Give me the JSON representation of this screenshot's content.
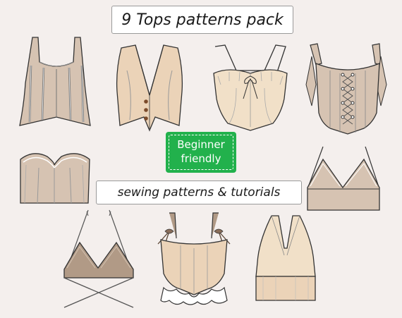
{
  "title": "9 Tops patterns pack",
  "badge": {
    "line1": "Beginner",
    "line2": "friendly",
    "color": "#22b14c"
  },
  "subtitle": "sewing patterns & tutorials",
  "colors": {
    "background": "#f4efed",
    "fabric_tan": "#d6c3b2",
    "fabric_peach": "#ebd3b8",
    "fabric_cream": "#f1e0c8",
    "fabric_brown": "#b19a86",
    "outline": "#3a3a3a"
  },
  "garments": [
    {
      "name": "square-neck-corset-top",
      "icon": "corset-top-icon"
    },
    {
      "name": "button-vest-top",
      "icon": "vest-icon"
    },
    {
      "name": "halter-tie-front-top",
      "icon": "halter-top-icon"
    },
    {
      "name": "lace-up-corset-top",
      "icon": "lace-up-corset-icon"
    },
    {
      "name": "sweetheart-bustier-top",
      "icon": "bustier-icon"
    },
    {
      "name": "triangle-bralette-top",
      "icon": "bralette-icon"
    },
    {
      "name": "criss-cross-bikini-top",
      "icon": "crisscross-bikini-icon"
    },
    {
      "name": "tie-strap-peplum-top",
      "icon": "peplum-top-icon"
    },
    {
      "name": "halter-neck-crop-top",
      "icon": "halter-crop-icon"
    }
  ]
}
